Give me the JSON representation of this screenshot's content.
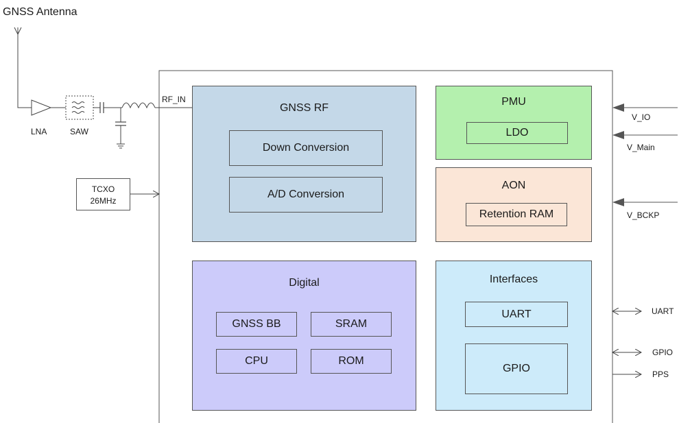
{
  "antenna": {
    "label": "GNSS Antenna"
  },
  "frontend": {
    "lna_label": "LNA",
    "saw_label": "SAW",
    "rf_in_label": "RF_IN"
  },
  "tcxo": {
    "line1": "TCXO",
    "line2": "26MHz"
  },
  "gnss_rf": {
    "title": "GNSS RF",
    "blocks": [
      "Down Conversion",
      "A/D Conversion"
    ]
  },
  "pmu": {
    "title": "PMU",
    "ldo": "LDO"
  },
  "aon": {
    "title": "AON",
    "retention_ram": "Retention RAM"
  },
  "digital": {
    "title": "Digital",
    "blocks": [
      "GNSS BB",
      "SRAM",
      "CPU",
      "ROM"
    ]
  },
  "interfaces": {
    "title": "Interfaces",
    "uart": "UART",
    "gpio": "GPIO"
  },
  "power_pins": [
    "V_IO",
    "V_Main",
    "V_BCKP"
  ],
  "io_pins": [
    "UART",
    "GPIO",
    "PPS"
  ],
  "colors": {
    "gnss_rf_fill": "#c4d8e8",
    "pmu_fill": "#b4f0ae",
    "aon_fill": "#fbe6d7",
    "digital_fill": "#cccbfa",
    "interfaces_fill": "#cdebfa"
  }
}
